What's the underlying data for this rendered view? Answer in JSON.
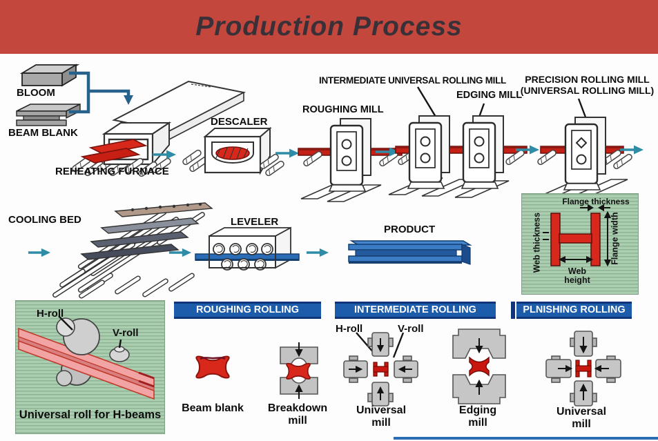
{
  "header": {
    "title": "Production Process"
  },
  "colors": {
    "banner_bg": "#c4473e",
    "banner_text": "#3a3138",
    "arrow": "#2e8ca6",
    "connector": "#26628c",
    "bar_bg": "#1d5cab",
    "bar_border": "#10347a",
    "green_bg": "#abceb1",
    "red": "#d8281b",
    "blue_beam": "#2a6cb5"
  },
  "stations": {
    "bloom": "BLOOM",
    "beam_blank": "BEAM BLANK",
    "reheating_furnace": "REHEATING FURNACE",
    "descaler": "DESCALER",
    "roughing_mill": "ROUGHING MILL",
    "intermediate_mill": "INTERMEDIATE UNIVERSAL ROLLING MILL",
    "edging_mill": "EDGING MILL",
    "precision_line1": "PRECISION ROLLING MILL",
    "precision_line2": "(UNIVERSAL ROLLING MILL)",
    "cooling_bed": "COOLING BED",
    "leveler": "LEVELER",
    "product": "PRODUCT"
  },
  "dimension_box": {
    "flange_thickness": "Flange thickness",
    "web_thickness": "Web thickness",
    "flange_width": "Flange width",
    "web_height": "Web height"
  },
  "universal_roll_box": {
    "h_roll": "H-roll",
    "v_roll": "V-roll",
    "caption": "Universal roll for H-beams"
  },
  "sections": {
    "roughing": {
      "title": "ROUGHING ROLLING",
      "items": [
        "Beam blank",
        "Breakdown mill"
      ]
    },
    "intermediate": {
      "title": "INTERMEDIATE ROLLING",
      "h_roll": "H-roll",
      "v_roll": "V-roll",
      "items": [
        "Universal mill",
        "Edging mill"
      ]
    },
    "plnishing": {
      "title": "PLNISHING ROLLING",
      "items": [
        "Universal mill"
      ]
    }
  }
}
